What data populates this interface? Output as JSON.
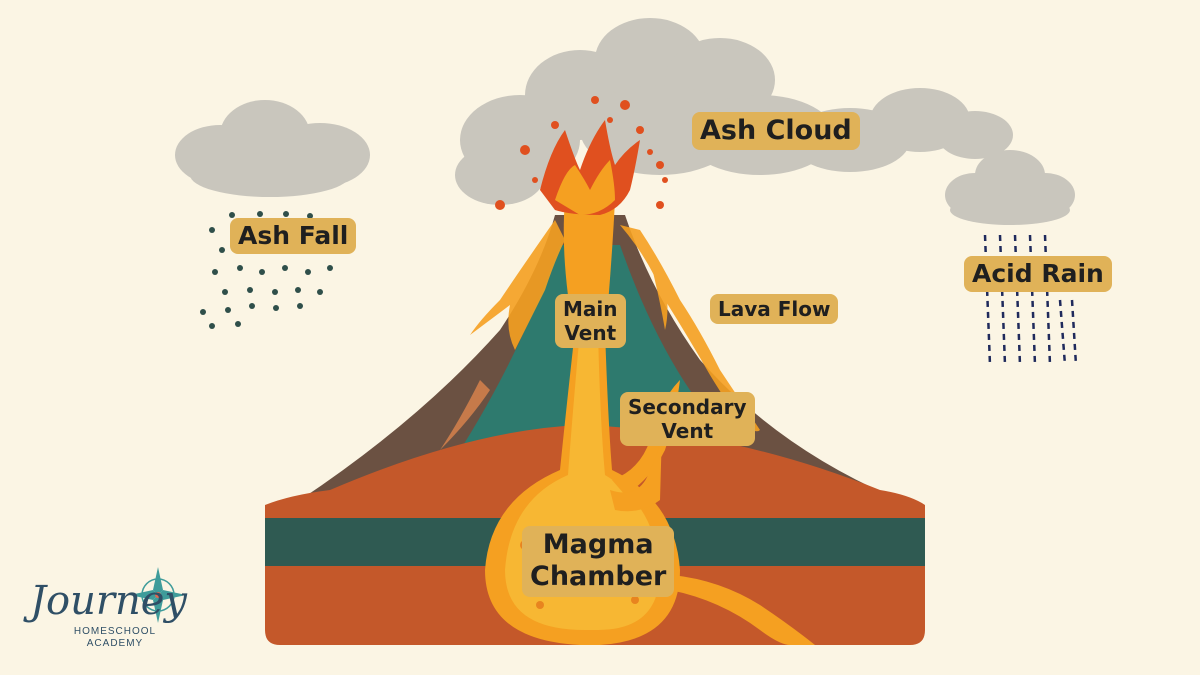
{
  "labels": {
    "ash_cloud": "Ash Cloud",
    "ash_fall": "Ash Fall",
    "acid_rain": "Acid Rain",
    "lava_flow": "Lava Flow",
    "main_vent_1": "Main",
    "main_vent_2": "Vent",
    "secondary_vent_1": "Secondary",
    "secondary_vent_2": "Vent",
    "magma_chamber_1": "Magma",
    "magma_chamber_2": "Chamber"
  },
  "logo": {
    "word": "Journey",
    "line1": "HOMESCHOOL",
    "line2": "ACADEMY",
    "icon": "compass-star-icon"
  },
  "colors": {
    "background": "#fbf5e4",
    "label_bg": "#e0b258",
    "cloud": "#c9c6bd",
    "rock": "#6b5142",
    "teal_layer": "#2e7a6e",
    "crust": "#c4582a",
    "magma": "#f5a021",
    "lava_red": "#e0501f",
    "rain": "#1f2a5c",
    "ash_dots": "#2f4f4a",
    "logo": "#2f4f66"
  }
}
